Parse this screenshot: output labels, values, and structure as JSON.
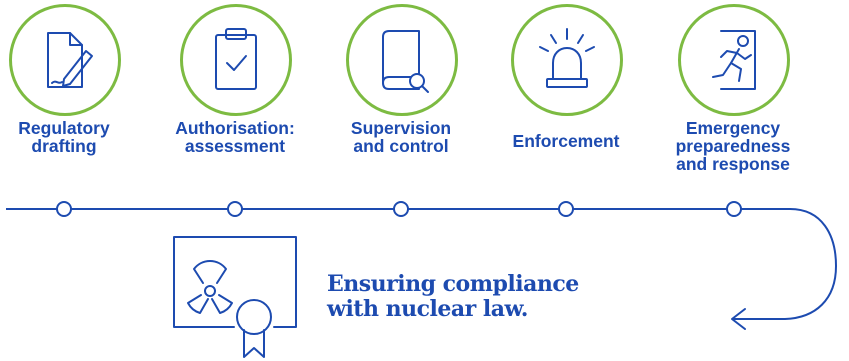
{
  "steps": [
    {
      "label": "Regulatory\ndrafting",
      "icon": "document-edit-icon"
    },
    {
      "label": "Authorisation:\nassessment",
      "icon": "clipboard-check-icon"
    },
    {
      "label": "Supervision\nand control",
      "icon": "book-search-icon"
    },
    {
      "label": "Enforcement",
      "icon": "alarm-light-icon"
    },
    {
      "label": "Emergency\npreparedness\nand response",
      "icon": "emergency-exit-icon"
    }
  ],
  "outcome": {
    "text": "Ensuring compliance\nwith nuclear law.",
    "icon": "radiation-certificate-icon"
  },
  "colors": {
    "primary": "#1d4bb0",
    "accent": "#7dbb42"
  }
}
